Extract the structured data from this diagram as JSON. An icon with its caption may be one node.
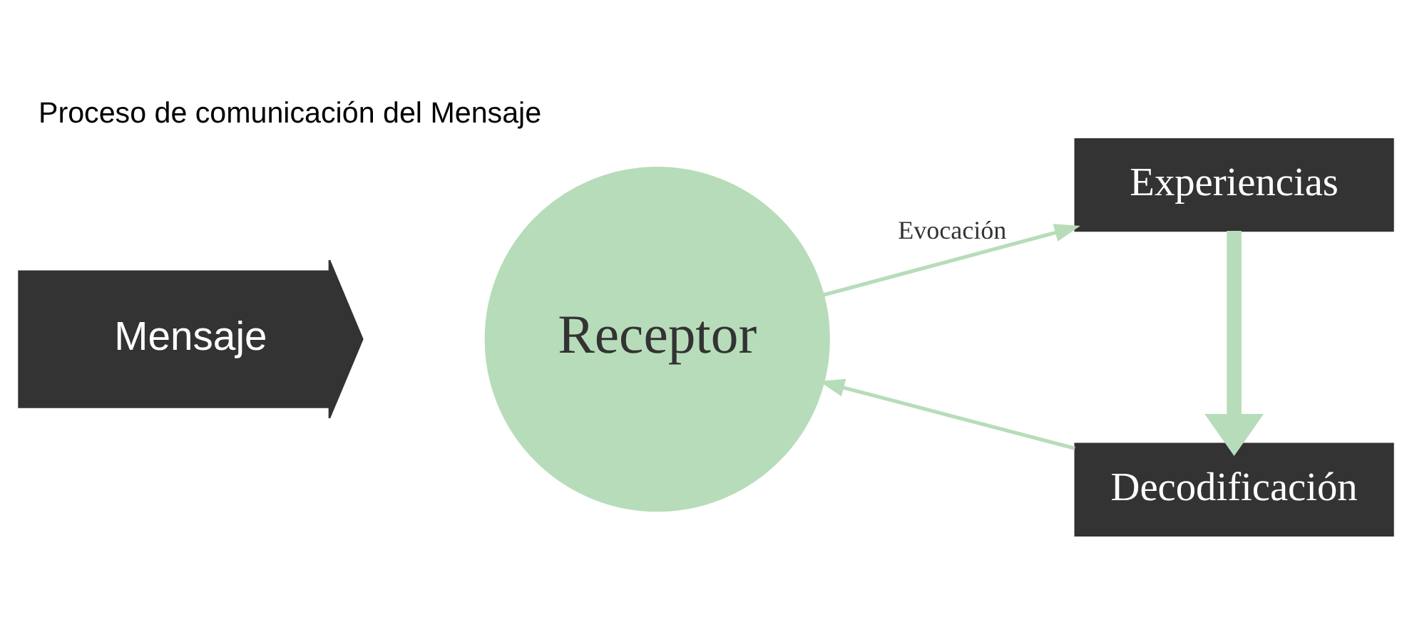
{
  "diagram": {
    "title": "Proceso de comunicación del Mensaje",
    "nodes": [
      {
        "text": [
          "Mensaje"
        ]
      },
      {
        "text": [
          "Receptor"
        ]
      },
      {
        "text": [
          "Experiencias"
        ]
      },
      {
        "text": [
          "Decodificación"
        ]
      }
    ],
    "edges": [
      {
        "from": 1,
        "to": 2,
        "arrow": "to",
        "label": "Evocación"
      },
      {
        "from": 2,
        "to": 3,
        "arrow": "to",
        "style": "thick"
      },
      {
        "from": 3,
        "to": 1,
        "arrow": "to"
      }
    ]
  }
}
